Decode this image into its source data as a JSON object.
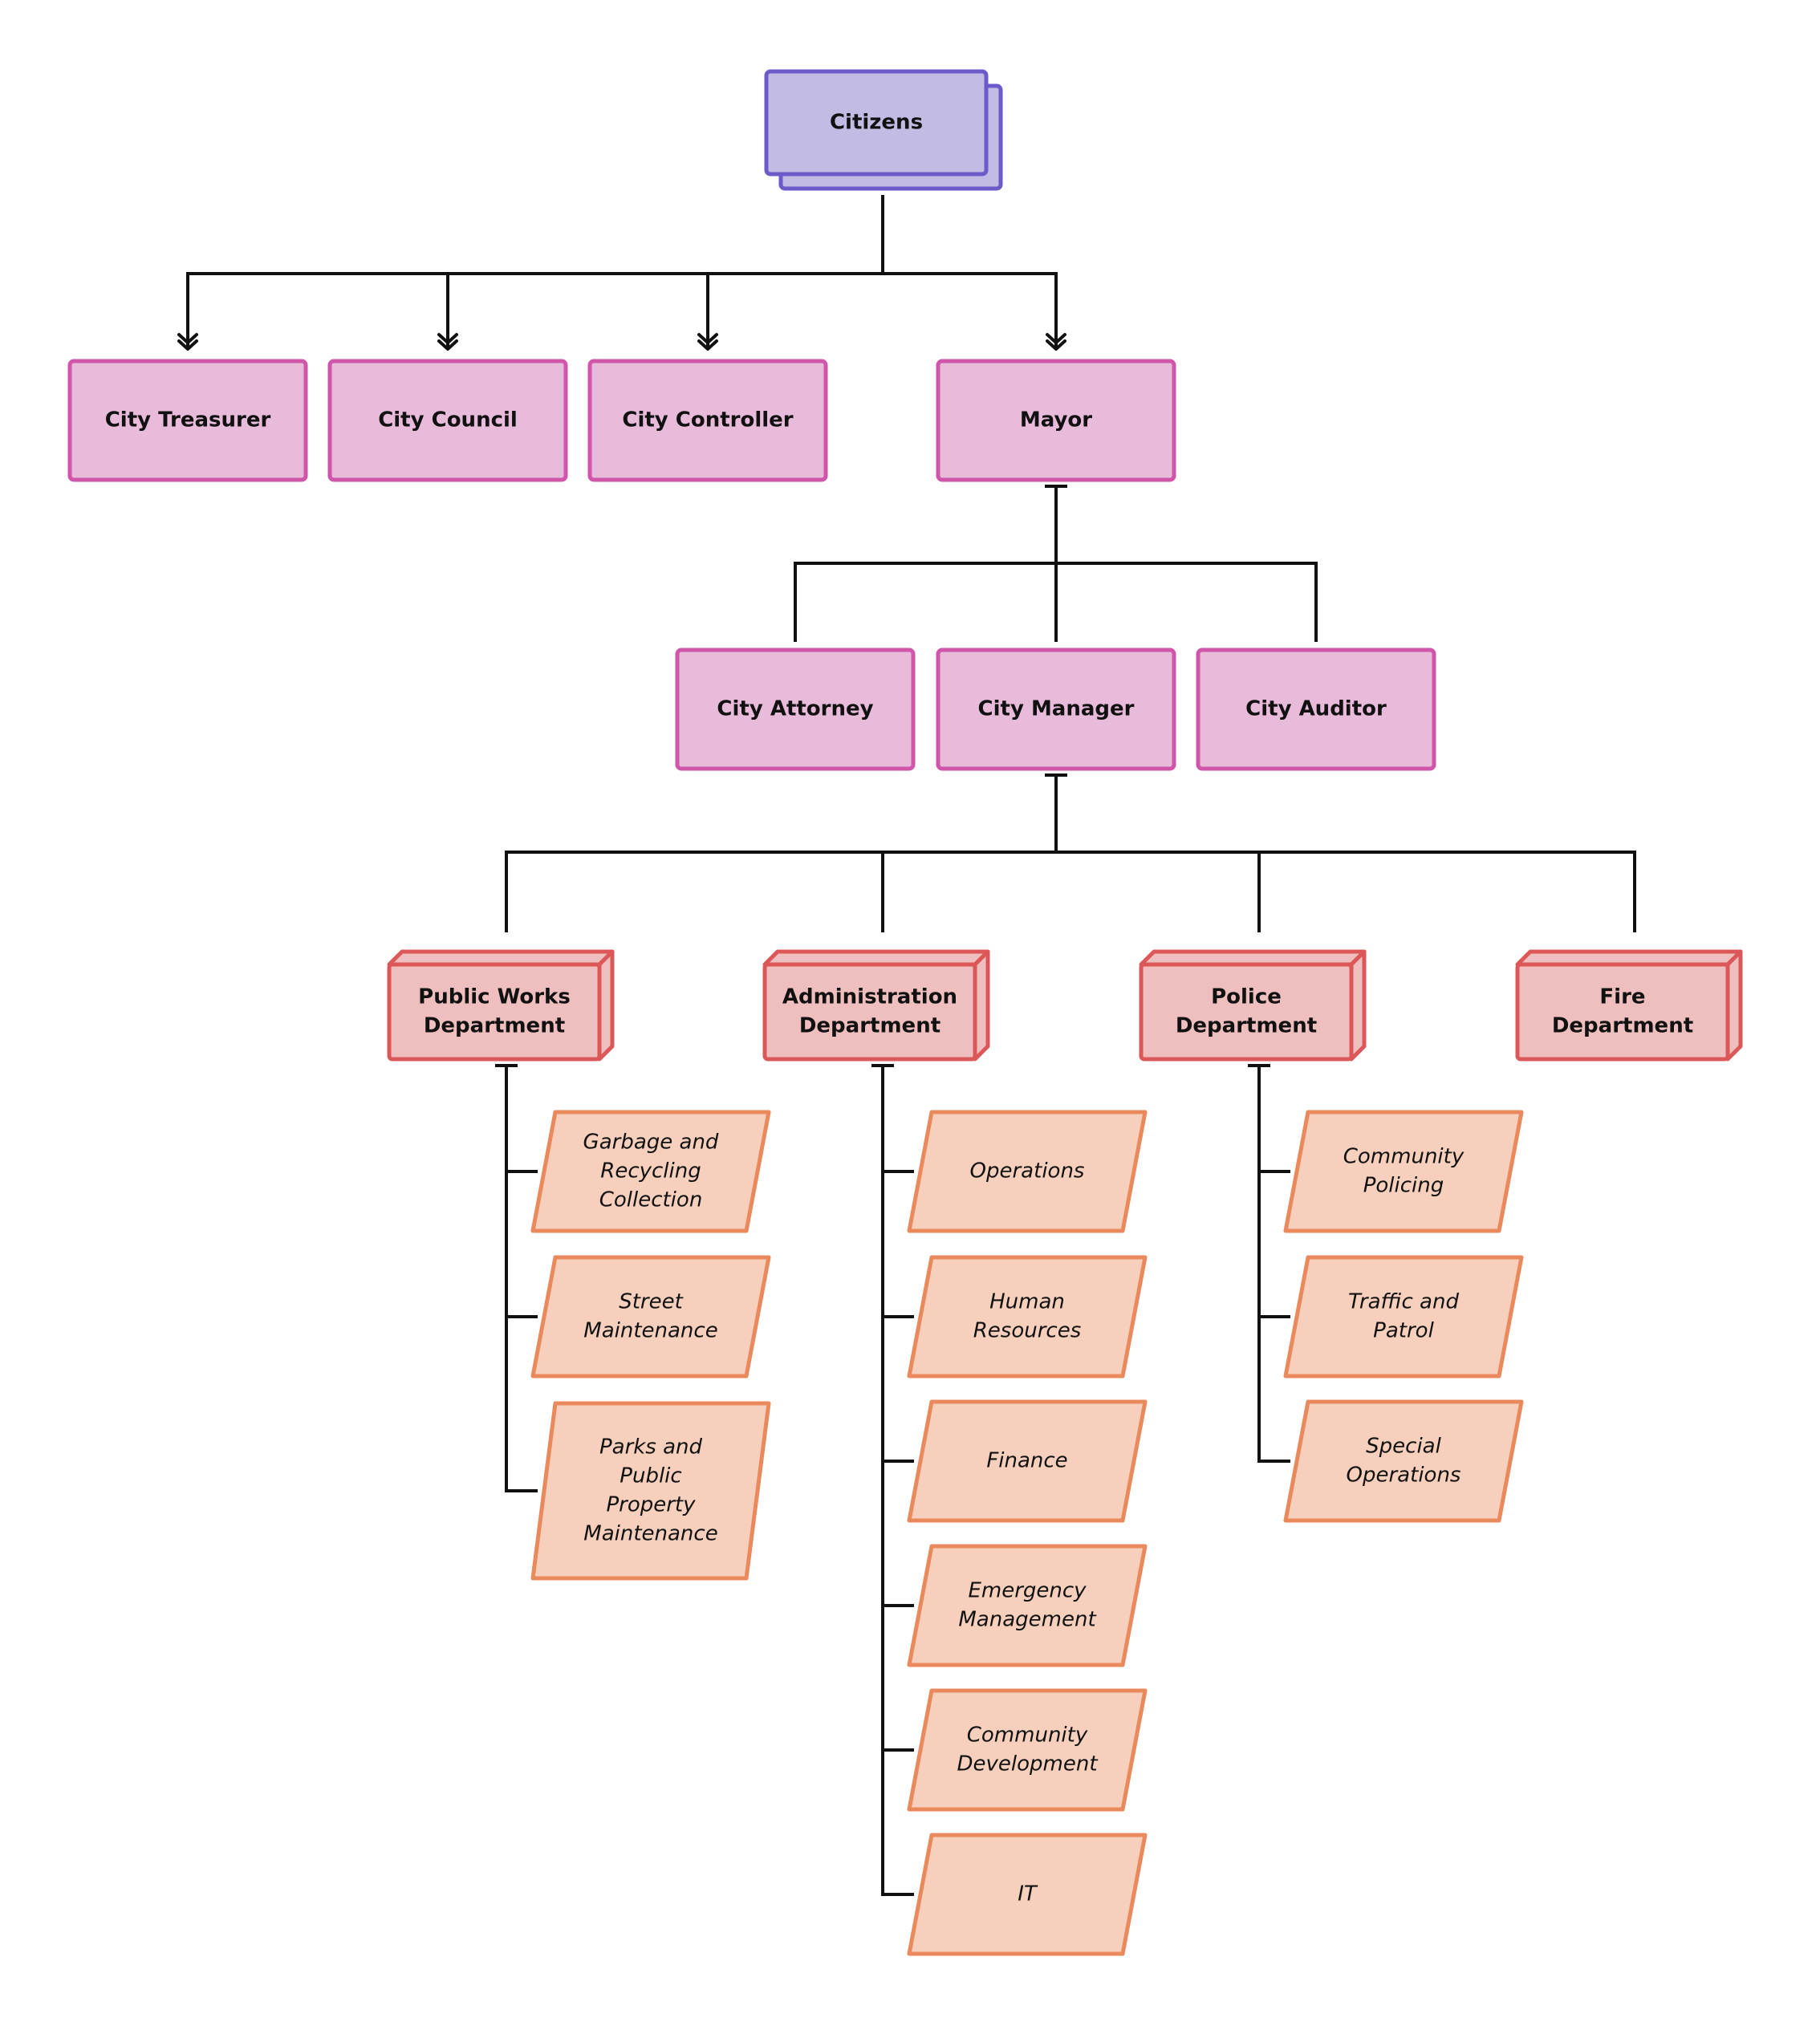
{
  "colors": {
    "root_fill": "#c2bce5",
    "root_stroke": "#6b5ac8",
    "exec_fill": "#e8bbdb",
    "exec_stroke": "#cf56a9",
    "dept_fill": "#efbebe",
    "dept_stroke": "#dc5858",
    "sub_fill": "#f6d0bc",
    "sub_stroke": "#e9895c",
    "line": "#111111"
  },
  "nodes": {
    "citizens": [
      "Citizens"
    ],
    "city_treasurer": [
      "City Treasurer"
    ],
    "city_council": [
      "City Council"
    ],
    "city_controller": [
      "City Controller"
    ],
    "mayor": [
      "Mayor"
    ],
    "city_attorney": [
      "City Attorney"
    ],
    "city_manager": [
      "City Manager"
    ],
    "city_auditor": [
      "City Auditor"
    ],
    "public_works": [
      "Public Works",
      "Department"
    ],
    "administration": [
      "Administration",
      "Department"
    ],
    "police": [
      "Police",
      "Department"
    ],
    "fire": [
      "Fire",
      "Department"
    ],
    "garbage": [
      "Garbage and",
      "Recycling",
      "Collection"
    ],
    "street": [
      "Street",
      "Maintenance"
    ],
    "parks": [
      "Parks and",
      "Public",
      "Property",
      "Maintenance"
    ],
    "operations": [
      "Operations"
    ],
    "human_resources": [
      "Human",
      "Resources"
    ],
    "finance": [
      "Finance"
    ],
    "emergency": [
      "Emergency",
      "Management"
    ],
    "community_dev": [
      "Community",
      "Development"
    ],
    "it": [
      "IT"
    ],
    "community_policing": [
      "Community",
      "Policing"
    ],
    "traffic": [
      "Traffic and",
      "Patrol"
    ],
    "special_ops": [
      "Special",
      "Operations"
    ]
  }
}
